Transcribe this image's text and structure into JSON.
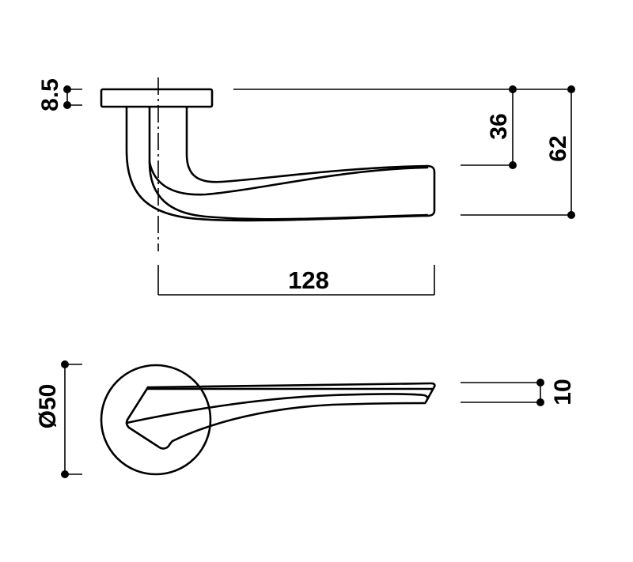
{
  "drawing": {
    "subject": "lever door handle on round rose",
    "colors": {
      "line": "#000000",
      "background": "#ffffff"
    },
    "side_view": {
      "dimensions": {
        "rose_thickness": "8.5",
        "lever_top_height": "36",
        "overall_height": "62",
        "projection_length": "128"
      }
    },
    "top_view": {
      "dimensions": {
        "rose_diameter": "Ø50",
        "lever_tip_thickness": "10"
      }
    }
  }
}
